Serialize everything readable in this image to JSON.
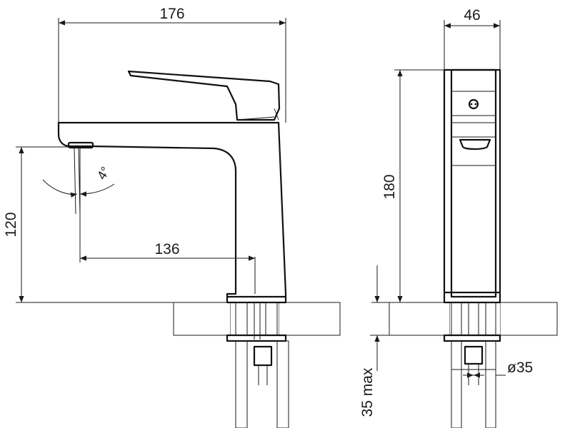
{
  "dimensions": {
    "overall_width": "176",
    "side_width": "46",
    "spout_height": "120",
    "spout_reach": "136",
    "overall_height": "180",
    "spray_angle": "4°",
    "hole_diameter": "ø35",
    "deck_thickness": "35 max"
  },
  "colors": {
    "line": "#1a1a1a",
    "background": "#ffffff"
  }
}
